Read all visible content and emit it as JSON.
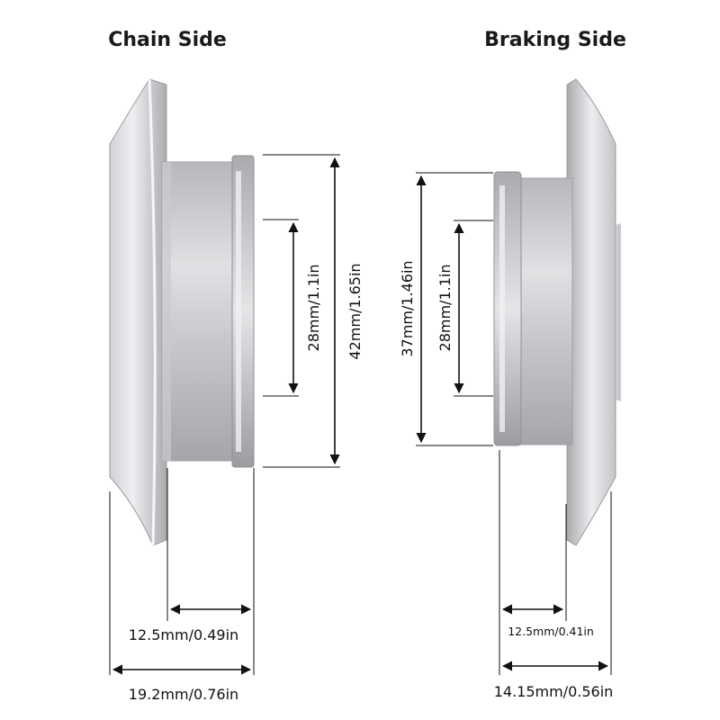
{
  "chain_side": {
    "title": "Chain Side",
    "inner_diameter": "28mm/1.1in",
    "outer_diameter": "42mm/1.65in",
    "hub_width": "12.5mm/0.49in",
    "total_width": "19.2mm/0.76in"
  },
  "braking_side": {
    "title": "Braking Side",
    "outer_diameter": "37mm/1.46in",
    "inner_diameter": "28mm/1.1in",
    "hub_width": "12.5mm/0.41in",
    "total_width": "14.15mm/0.56in"
  },
  "colors": {
    "metal_light": "#e6e7e9",
    "metal_mid": "#b9bbbe",
    "metal_dark": "#8e9094",
    "ink": "#111111"
  }
}
